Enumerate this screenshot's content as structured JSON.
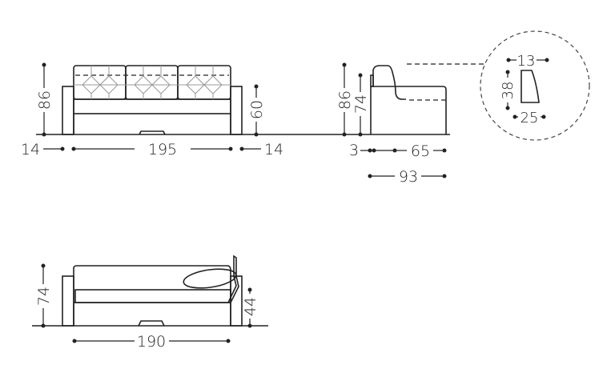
{
  "front_view": {
    "height_total": "86",
    "seat_height": "60",
    "arm_left": "14",
    "width_inner": "195",
    "arm_right": "14"
  },
  "side_view": {
    "height_total": "86",
    "height_back": "74",
    "offset": "3",
    "seat_depth": "65",
    "depth_total": "93"
  },
  "detail": {
    "top_width": "13",
    "height": "38",
    "bottom_width": "25"
  },
  "bed_view": {
    "height": "74",
    "mattress_height": "44",
    "length": "190"
  }
}
